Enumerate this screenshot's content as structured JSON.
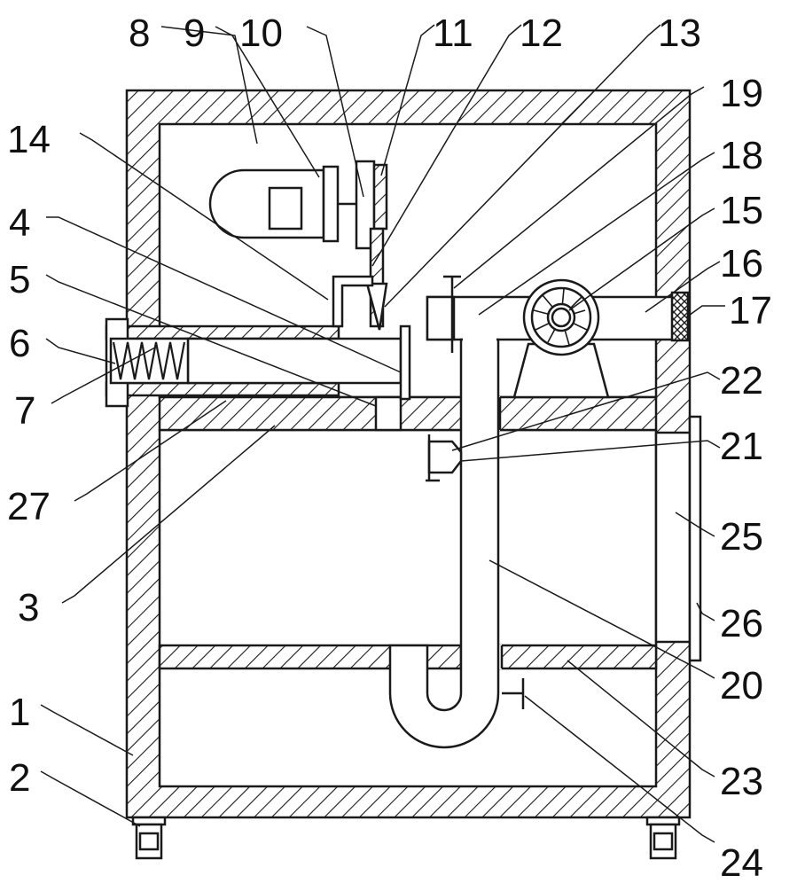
{
  "figure": {
    "stroke_color": "#1a1a1a",
    "background": "#ffffff",
    "labels": {
      "l1": "1",
      "l2": "2",
      "l3": "3",
      "l4": "4",
      "l5": "5",
      "l6": "6",
      "l7": "7",
      "l8": "8",
      "l9": "9",
      "l10": "10",
      "l11": "11",
      "l12": "12",
      "l13": "13",
      "l14": "14",
      "l15": "15",
      "l16": "16",
      "l17": "17",
      "l18": "18",
      "l19": "19",
      "l20": "20",
      "l21": "21",
      "l22": "22",
      "l23": "23",
      "l24": "24",
      "l25": "25",
      "l26": "26",
      "l27": "27"
    }
  }
}
